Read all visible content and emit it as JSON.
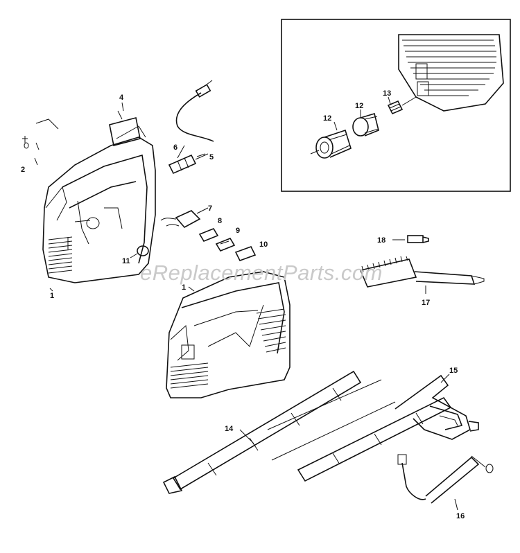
{
  "watermark": "eReplacementParts.com",
  "callouts": {
    "c1a": "1",
    "c1b": "1",
    "c2": "2",
    "c4": "4",
    "c5": "5",
    "c6": "6",
    "c7": "7",
    "c8": "8",
    "c9": "9",
    "c10": "10",
    "c11": "11",
    "c12a": "12",
    "c12b": "12",
    "c13": "13",
    "c14": "14",
    "c15": "15",
    "c16": "16",
    "c17": "17",
    "c18": "18"
  },
  "colors": {
    "ink": "#111111",
    "paper": "#ffffff",
    "watermark": "#c9c9c9"
  }
}
